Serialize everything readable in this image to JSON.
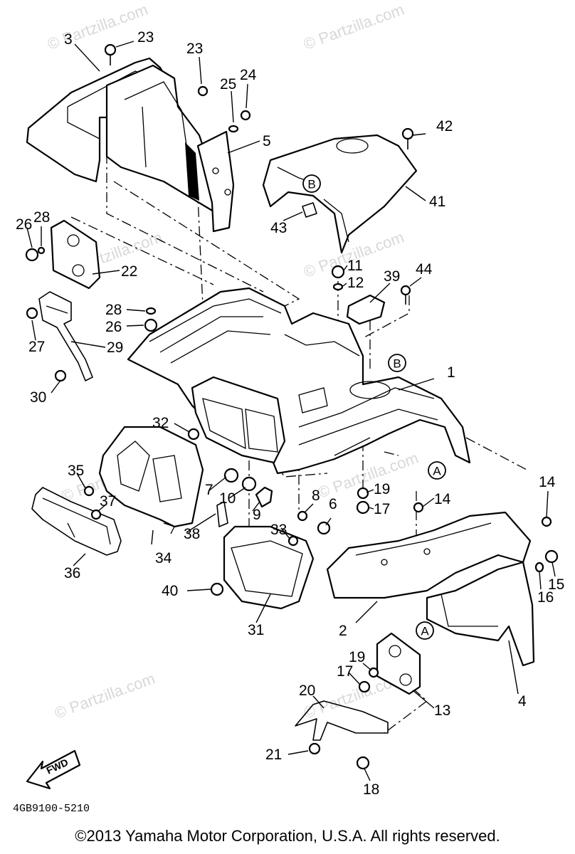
{
  "watermark": "© Partzilla.com",
  "diagram_code": "4GB9100-5210",
  "fwd_label": "FWD",
  "copyright": "©2013  Yamaha Motor Corporation, U.S.A. All rights reserved.",
  "callouts": {
    "c1": "1",
    "c2": "2",
    "c3": "3",
    "c4": "4",
    "c5": "5",
    "c6": "6",
    "c7": "7",
    "c8": "8",
    "c9": "9",
    "c10": "10",
    "c11": "11",
    "c12": "12",
    "c13": "13",
    "c14a": "14",
    "c14b": "14",
    "c15": "15",
    "c16": "16",
    "c17a": "17",
    "c17b": "17",
    "c18": "18",
    "c19a": "19",
    "c19b": "19",
    "c20": "20",
    "c21": "21",
    "c22": "22",
    "c23a": "23",
    "c23b": "23",
    "c24": "24",
    "c25": "25",
    "c26a": "26",
    "c26b": "26",
    "c27": "27",
    "c28a": "28",
    "c28b": "28",
    "c29": "29",
    "c30": "30",
    "c31": "31",
    "c32": "32",
    "c33": "33",
    "c34": "34",
    "c35": "35",
    "c36": "36",
    "c37": "37",
    "c38": "38",
    "c39": "39",
    "c40": "40",
    "c41": "41",
    "c42": "42",
    "c43": "43",
    "c44": "44"
  },
  "references": {
    "refA1": "A",
    "refA2": "A",
    "refB1": "B",
    "refB2": "B"
  }
}
